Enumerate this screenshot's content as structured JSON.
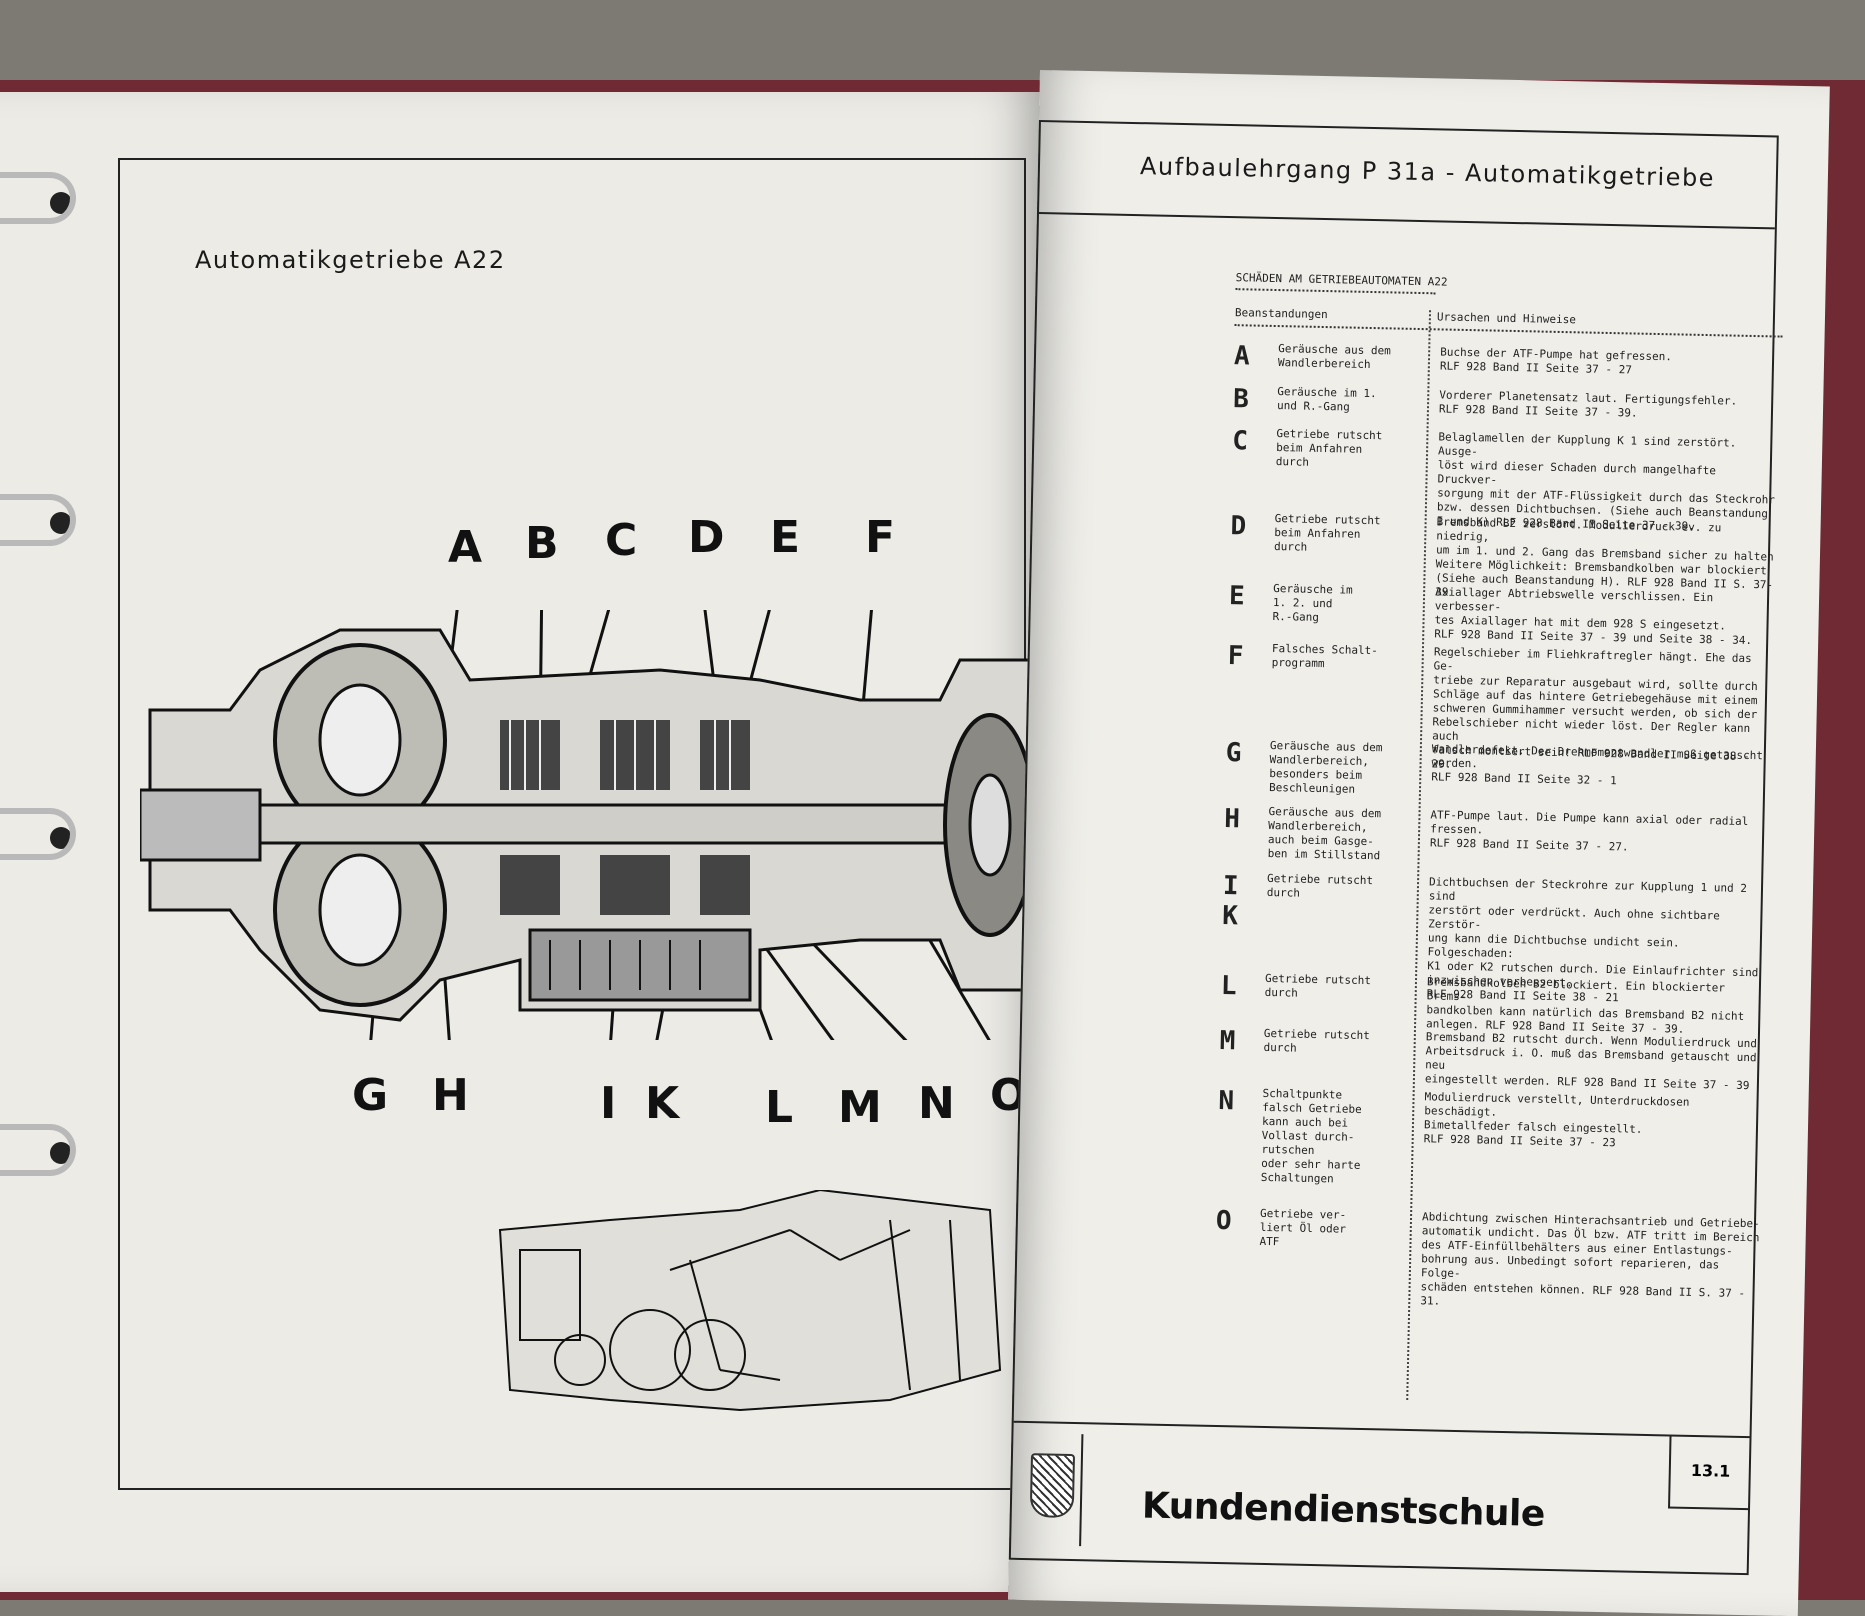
{
  "left_page": {
    "title": "Automatikgetriebe A22",
    "top_letters": [
      "A",
      "B",
      "C",
      "D",
      "E",
      "F"
    ],
    "bottom_letters": [
      "G",
      "H",
      "I",
      "K",
      "L",
      "M",
      "N",
      "O"
    ]
  },
  "right_page": {
    "header_title": "Aufbaulehrgang P 31a - Automatikgetriebe",
    "table_title": "SCHÄDEN AM GETRIEBEAUTOMATEN A22",
    "col_complaints": "Beanstandungen",
    "col_causes": "Ursachen und Hinweise",
    "rows": [
      {
        "letter": "A",
        "complaint": "Geräusche aus dem\nWandlerbereich",
        "cause": "Buchse der ATF-Pumpe hat gefressen.\nRLF 928 Band II Seite 37 - 27"
      },
      {
        "letter": "B",
        "complaint": "Geräusche im 1.\nund R.-Gang",
        "cause": "Vorderer Planetensatz laut. Fertigungsfehler.\nRLF 928 Band II Seite 37 - 39."
      },
      {
        "letter": "C",
        "complaint": "Getriebe rutscht\nbeim Anfahren\ndurch",
        "cause": "Belaglamellen der Kupplung K 1 sind zerstört. Ausge-\nlöst wird dieser Schaden durch mangelhafte Druckver-\nsorgung mit der ATF-Flüssigkeit durch das Steckrohr\nbzw. dessen Dichtbuchsen. (Siehe auch Beanstandung\nI und K) RLF 928 Band II Seite 37 - 39."
      },
      {
        "letter": "D",
        "complaint": "Getriebe rutscht\nbeim Anfahren\ndurch",
        "cause": "Bremsband B2 zerstört. Modulierdruck ev. zu niedrig,\num im 1. und 2. Gang das Bremsband sicher zu halten\nWeitere Möglichkeit: Bremsbandkolben war blockiert\n(Siehe auch Beanstandung H). RLF 928 Band II S. 37-39"
      },
      {
        "letter": "E",
        "complaint": "Geräusche im\n1. 2. und\nR.-Gang",
        "cause": "Axiallager Abtriebswelle verschlissen. Ein verbesser-\ntes Axiallager hat mit dem 928 S eingesetzt.\nRLF 928 Band II Seite 37 - 39 und Seite 38 - 34."
      },
      {
        "letter": "F",
        "complaint": "Falsches Schalt-\nprogramm",
        "cause": "Regelschieber im Fliehkraftregler hängt. Ehe das Ge-\ntriebe zur Reparatur ausgebaut wird, sollte durch\nSchläge auf das hintere Getriebegehäuse mit einem\nschweren Gummihammer versucht werden, ob sich der\nRebelschieber nicht wieder löst. Der Regler kann auch\nfalsch montiert sein! RLF 928 Band II Seite 38 - 29."
      },
      {
        "letter": "G",
        "complaint": "Geräusche aus dem\nWandlerbereich,\nbesonders beim\nBeschleunigen",
        "cause": "Wandlerdefekt. Der Drehmomentwandler muß getauscht\nwerden.\nRLF 928 Band II Seite 32 - 1"
      },
      {
        "letter": "H",
        "complaint": "Geräusche aus dem\nWandlerbereich,\nauch beim Gasge-\nben im Stillstand",
        "cause": "ATF-Pumpe laut. Die Pumpe kann axial oder radial\nfressen.\nRLF 928 Band II Seite 37 - 27."
      },
      {
        "letter": "I\nK",
        "complaint": "Getriebe rutscht\ndurch",
        "cause": "Dichtbuchsen der Steckrohre zur Kupplung 1 und 2 sind\nzerstört oder verdrückt. Auch ohne sichtbare Zerstör-\nung kann die Dichtbuchse undicht sein. Folgeschaden:\nK1 oder K2 rutschen durch. Die Einlaufrichter sind\ninzwischen verbessert.\nRLF 928 Band II Seite 38 - 21"
      },
      {
        "letter": "L",
        "complaint": "Getriebe rutscht\ndurch",
        "cause": "Bremsbandkolben B2 blockiert. Ein blockierter Brems-\nbandkolben kann natürlich das Bremsband B2 nicht\nanlegen. RLF 928 Band II Seite 37 - 39."
      },
      {
        "letter": "M",
        "complaint": "Getriebe rutscht\ndurch",
        "cause": "Bremsband B2 rutscht durch. Wenn Modulierdruck und\nArbeitsdruck i. O. muß das Bremsband getauscht und neu\neingestellt werden. RLF 928 Band II Seite 37 - 39"
      },
      {
        "letter": "N",
        "complaint": "Schaltpunkte\nfalsch Getriebe\nkann auch bei\nVollast durch-\nrutschen\noder sehr harte\nSchaltungen",
        "cause": "Modulierdruck verstellt, Unterdruckdosen beschädigt.\nBimetallfeder falsch eingestellt.\nRLF 928 Band II Seite 37 - 23"
      },
      {
        "letter": "O",
        "complaint": "Getriebe ver-\nliert Öl oder\nATF",
        "cause": "Abdichtung zwischen Hinterachsantrieb und Getriebe-\nautomatik undicht. Das Öl bzw. ATF tritt im Bereich\ndes ATF-Einfüllbehälters aus einer Entlastungs-\nbohrung aus. Unbedingt sofort reparieren, das Folge-\nschäden entstehen können. RLF 928 Band II S. 37 - 31."
      }
    ],
    "footer_brand": "Kundendienstschule",
    "page_number": "13.1"
  }
}
